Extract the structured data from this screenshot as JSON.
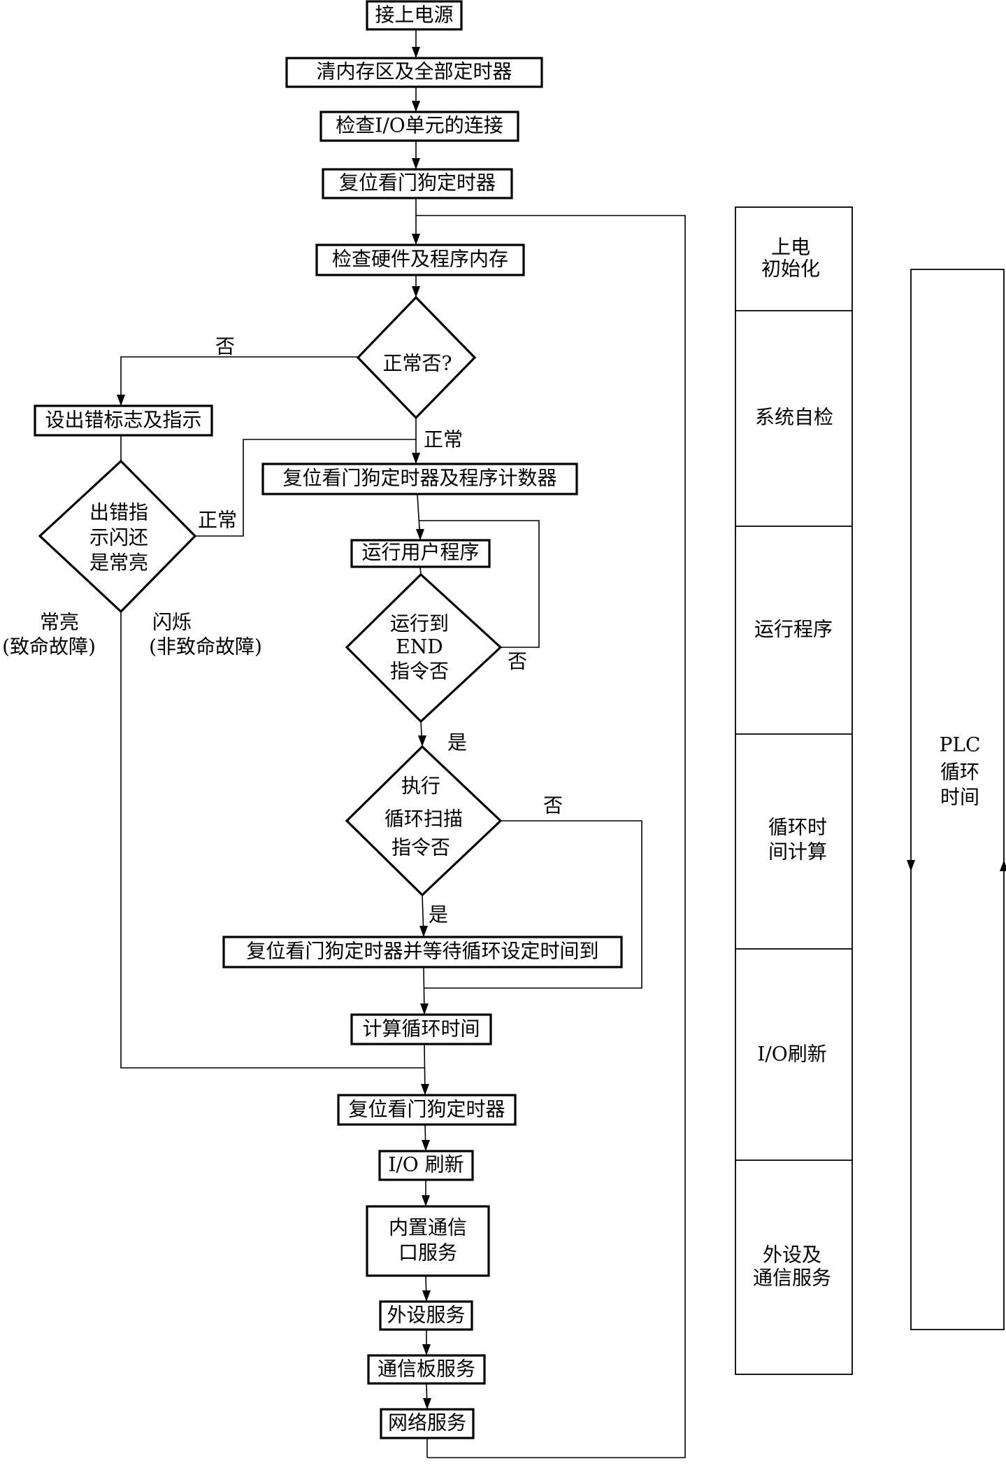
{
  "flow": {
    "power_on": "接上电源",
    "clear_memory": "清内存区及全部定时器",
    "check_io": "检查I/O单元的连接",
    "reset_watchdog_1": "复位看门狗定时器",
    "check_hardware": "检查硬件及程序内存",
    "normal_question": "正常否?",
    "set_error_flag": "设出错标志及指示",
    "error_question": [
      "出错指",
      "示闪还",
      "是常亮"
    ],
    "reset_watchdog_counter": "复位看门狗定时器及程序计数器",
    "run_user_program": "运行用户程序",
    "run_to_end_question": [
      "运行到",
      "END",
      "指令否"
    ],
    "scan_instruction_question": [
      "执行",
      "循环扫描",
      "指令否"
    ],
    "reset_watchdog_wait": "复位看门狗定时器并等待循环设定时间到",
    "calc_cycle_time": "计算循环时间",
    "reset_watchdog_2": "复位看门狗定时器",
    "io_refresh": "I/O 刷新",
    "builtin_comm": [
      "内置通信",
      "口服务"
    ],
    "peripheral_service": "外设服务",
    "comm_board_service": "通信板服务",
    "network_service": "网络服务"
  },
  "labels": {
    "no_1": "否",
    "normal_1": "正常",
    "normal_2": "正常",
    "steady": "常亮",
    "fatal": "(致命故障)",
    "flashing": "闪烁",
    "nonfatal": "(非致命故障)",
    "no_2": "否",
    "yes_1": "是",
    "no_3": "否",
    "yes_2": "是"
  },
  "stages": [
    {
      "lines": [
        "上电",
        "初始化"
      ]
    },
    {
      "lines": [
        "系统自检"
      ]
    },
    {
      "lines": [
        "运行程序"
      ]
    },
    {
      "lines": [
        "循环时",
        "间计算"
      ]
    },
    {
      "lines": [
        "I/O刷新"
      ]
    },
    {
      "lines": [
        "外设及",
        "通信服务"
      ]
    }
  ],
  "cycle": [
    "PLC",
    "循环",
    "时间"
  ]
}
